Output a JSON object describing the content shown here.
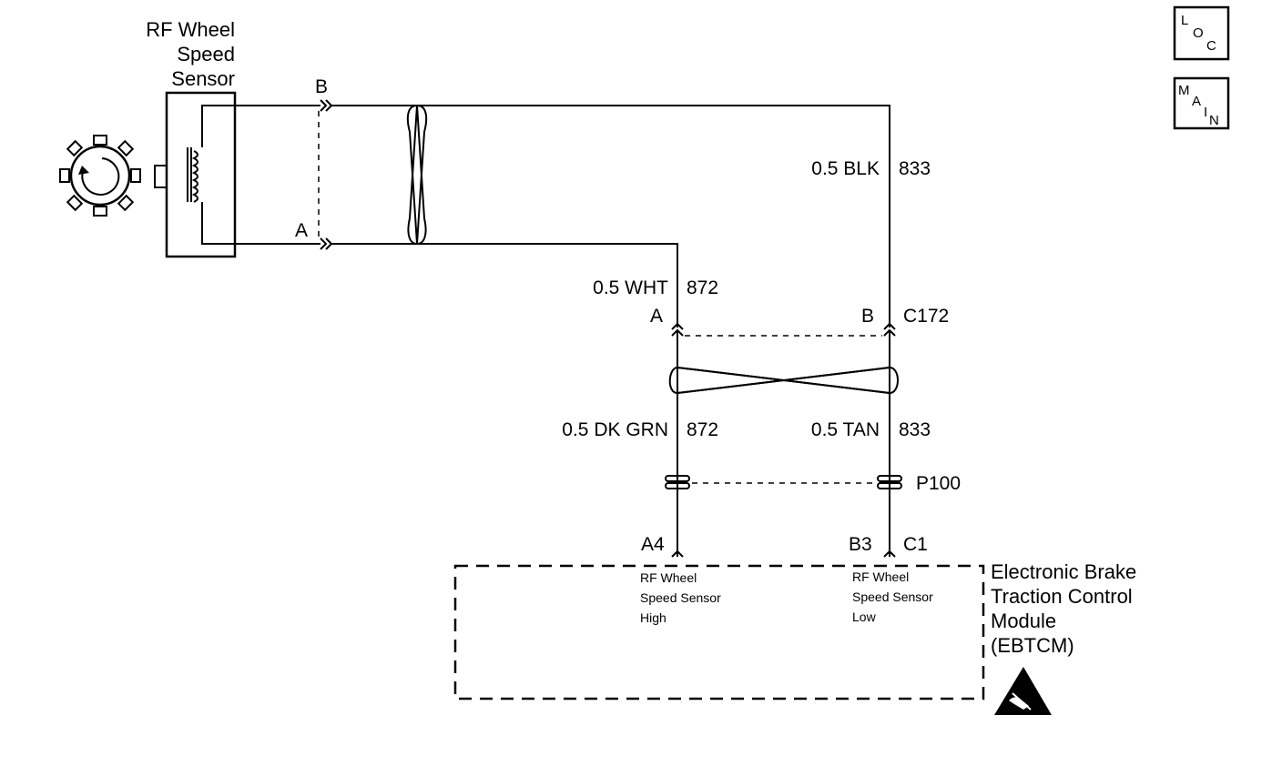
{
  "sensor": {
    "title_lines": [
      "RF Wheel",
      "Speed",
      "Sensor"
    ],
    "terminal_b": "B",
    "terminal_a": "A"
  },
  "wires": {
    "blk": {
      "size_color": "0.5 BLK",
      "circuit": "833"
    },
    "wht": {
      "size_color": "0.5 WHT",
      "circuit": "872"
    },
    "dkgrn": {
      "size_color": "0.5 DK GRN",
      "circuit": "872"
    },
    "tan": {
      "size_color": "0.5 TAN",
      "circuit": "833"
    }
  },
  "connector_c172": {
    "pin_a": "A",
    "pin_b": "B",
    "name": "C172"
  },
  "connector_p100": {
    "name": "P100"
  },
  "module": {
    "pin_high": "A4",
    "pin_low_b": "B3",
    "pin_low_c": "C1",
    "high_label_lines": [
      "RF Wheel",
      "Speed Sensor",
      "High"
    ],
    "low_label_lines": [
      "RF Wheel",
      "Speed Sensor",
      "Low"
    ],
    "name_lines": [
      "Electronic Brake",
      "Traction Control",
      "Module",
      "(EBTCM)"
    ]
  },
  "nav": {
    "loc": {
      "l1": "L",
      "l2": "O",
      "l3": "C"
    },
    "main": {
      "l1": "M",
      "l2": "A",
      "l3": "I",
      "l4": "N"
    }
  },
  "icons": {
    "esd": "esd-warning-icon",
    "tone_wheel": "tone-wheel-icon",
    "coil": "coil-icon"
  }
}
